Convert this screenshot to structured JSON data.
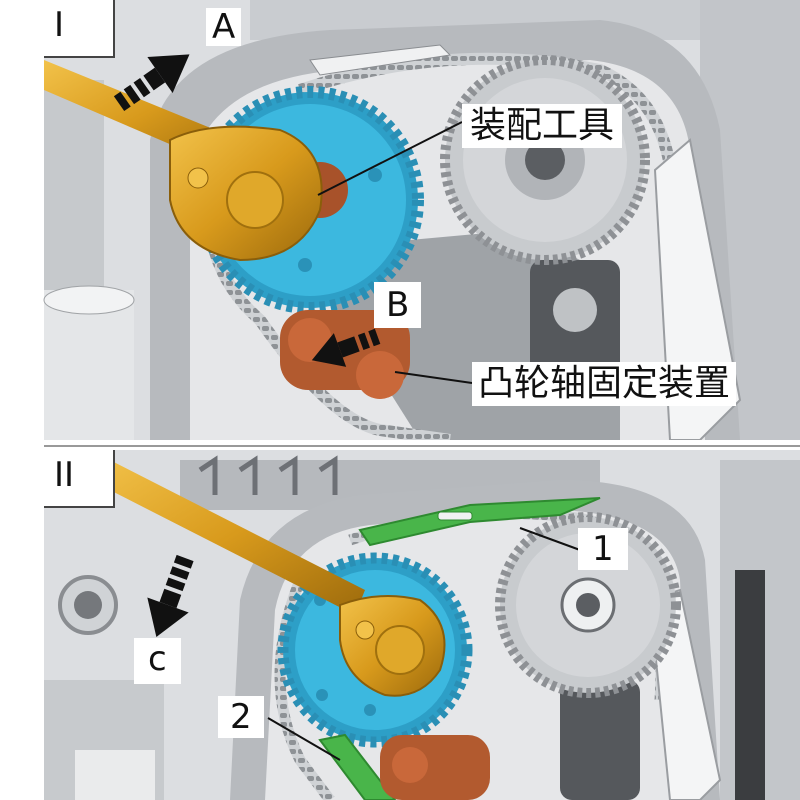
{
  "panels": [
    {
      "id": "I",
      "roman": "I",
      "labels": {
        "arrow_a": "A",
        "tool": "装配工具",
        "arrow_b": "B",
        "camshaft_lock": "凸轮轴固定装置"
      }
    },
    {
      "id": "II",
      "roman": "II",
      "labels": {
        "part_1": "1",
        "arrow_c": "c",
        "part_2": "2"
      }
    }
  ],
  "colors": {
    "background": "#ffffff",
    "engine_light": "#d9dbde",
    "engine_mid": "#b3b6ba",
    "engine_dark": "#55585c",
    "sprocket_blue": "#3cb8df",
    "wrench_gold": "#d89a1c",
    "lock_brown": "#b25a2f",
    "green_guide": "#49b54a",
    "arrow_black": "#111111",
    "divider": "#999999"
  },
  "icons": [
    "ratchet-wrench-icon",
    "sprocket-icon",
    "direction-arrow-icon",
    "timing-chain-icon"
  ]
}
